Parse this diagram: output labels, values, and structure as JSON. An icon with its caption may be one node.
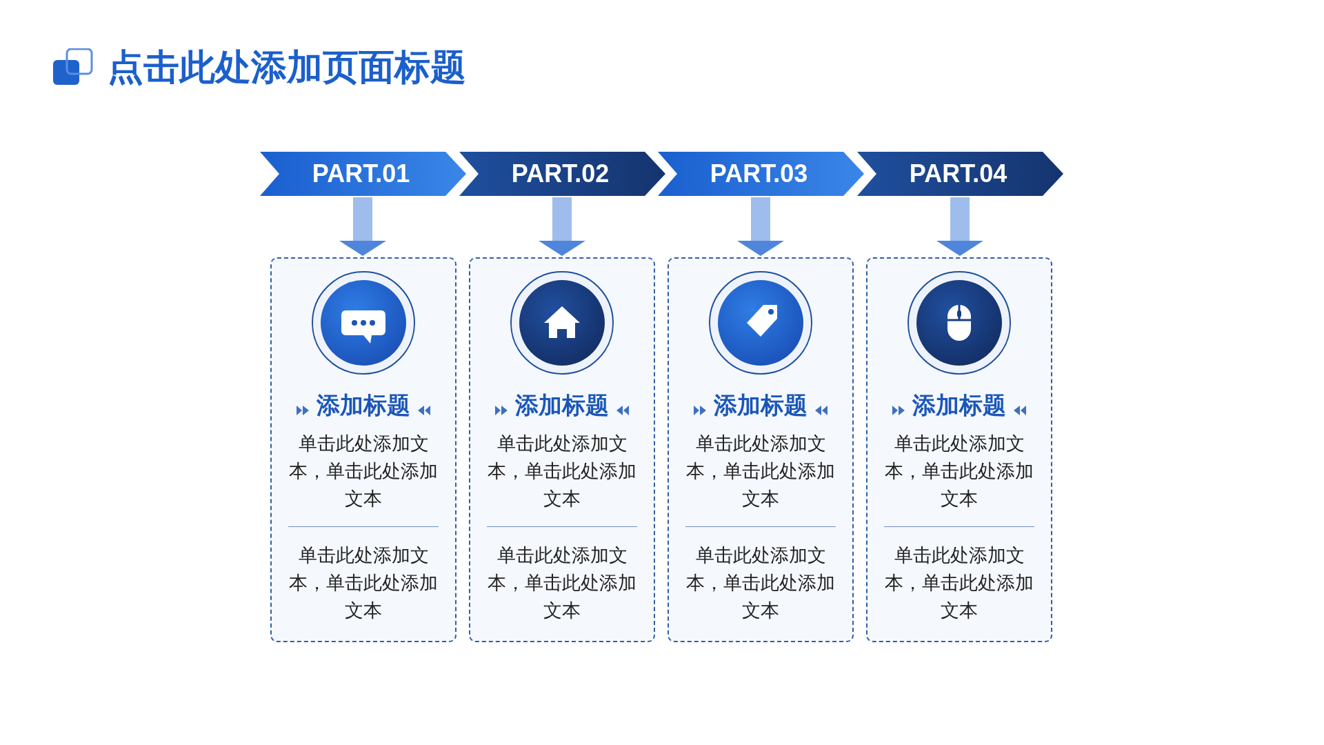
{
  "diagram": {
    "title": "点击此处添加页面标题",
    "nodes": [
      {
        "text": [
          "PART.01"
        ]
      },
      {
        "text": [
          "PART.02"
        ]
      },
      {
        "text": [
          "PART.03"
        ]
      },
      {
        "text": [
          "PART.04"
        ]
      },
      {
        "text": [
          "添加标题",
          "单击此处添加文本，单击此处添加文本",
          "单击此处添加文本，单击此处添加文本"
        ]
      },
      {
        "text": [
          "添加标题",
          "单击此处添加文本，单击此处添加文本",
          "单击此处添加文本，单击此处添加文本"
        ]
      },
      {
        "text": [
          "添加标题",
          "单击此处添加文本，单击此处添加文本",
          "单击此处添加文本，单击此处添加文本"
        ]
      },
      {
        "text": [
          "添加标题",
          "单击此处添加文本，单击此处添加文本",
          "单击此处添加文本，单击此处添加文本"
        ]
      }
    ],
    "edges": [
      {
        "from": 0,
        "to": 4,
        "arrow": "to"
      },
      {
        "from": 1,
        "to": 5,
        "arrow": "to"
      },
      {
        "from": 2,
        "to": 6,
        "arrow": "to"
      },
      {
        "from": 3,
        "to": 7,
        "arrow": "to"
      }
    ]
  }
}
